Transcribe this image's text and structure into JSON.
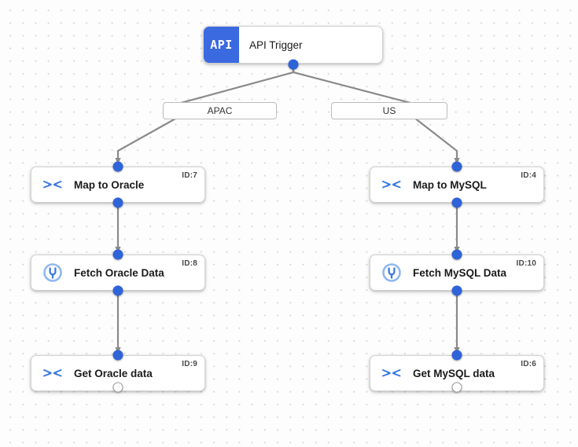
{
  "canvas": {
    "background_color": "#fdfdfd",
    "grid_dot_color": "#dcdcdc",
    "accent_color": "#2f63d8",
    "edge_color": "#8a8a8a"
  },
  "trigger": {
    "badge_text": "API",
    "label": "API Trigger",
    "badge_color": "#3b69e0"
  },
  "branches": [
    {
      "label": "APAC"
    },
    {
      "label": "US"
    }
  ],
  "nodes": [
    {
      "label": "Map to Oracle",
      "id_tag": "ID:7",
      "icon": "map-arrows-icon"
    },
    {
      "label": "Fetch Oracle Data",
      "id_tag": "ID:8",
      "icon": "database-plug-icon"
    },
    {
      "label": "Get Oracle data",
      "id_tag": "ID:9",
      "icon": "map-arrows-icon"
    },
    {
      "label": "Map to MySQL",
      "id_tag": "ID:4",
      "icon": "map-arrows-icon"
    },
    {
      "label": "Fetch MySQL Data",
      "id_tag": "ID:10",
      "icon": "database-plug-icon"
    },
    {
      "label": "Get MySQL data",
      "id_tag": "ID:6",
      "icon": "map-arrows-icon"
    }
  ]
}
